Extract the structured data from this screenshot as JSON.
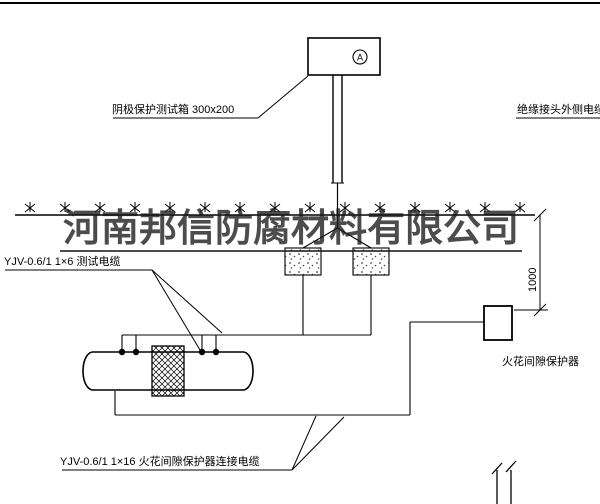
{
  "drawing": {
    "watermark": "河南邦信防腐材料有限公司",
    "meter": "A",
    "dimension": "1000",
    "labels": {
      "test_box": "阴极保护测试箱 300x200",
      "outer_cable": "绝缘接头外侧电缆",
      "test_cable": "YJV-0.6/1 1×6  测试电缆",
      "spark_gap": "火花间隙保护器",
      "connect_cable": "YJV-0.6/1 1×16  火花间隙保护器连接电缆"
    },
    "colors": {
      "line": "#000000",
      "background": "#ffffff",
      "watermark": "rgba(25,25,25,0.78)"
    }
  }
}
